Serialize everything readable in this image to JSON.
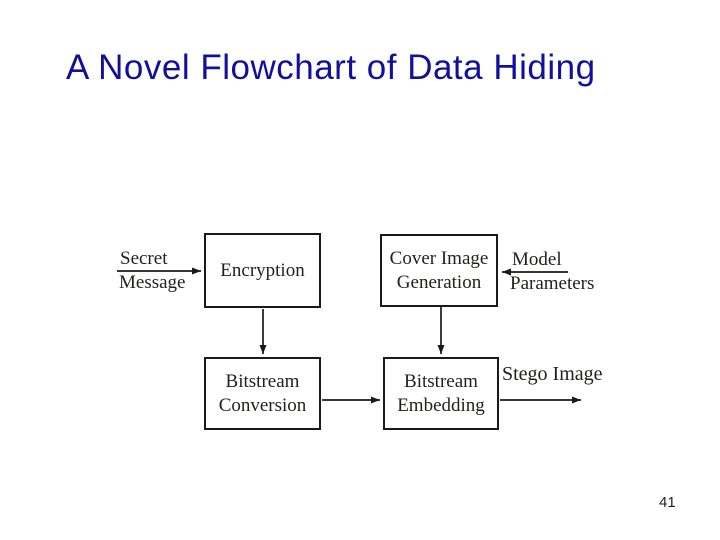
{
  "slide": {
    "title": "A Novel Flowchart of Data Hiding",
    "page_number": "41",
    "colors": {
      "title_text": "#10109c",
      "diagram_line": "#1a1a1a",
      "box_fill": "#ffffff",
      "background": "#ffffff"
    }
  },
  "flowchart": {
    "nodes": {
      "encryption": {
        "label": "Encryption"
      },
      "cover_image_generation": {
        "label": "Cover Image\nGeneration"
      },
      "bitstream_conversion": {
        "label": "Bitstream\nConversion"
      },
      "bitstream_embedding": {
        "label": "Bitstream\nEmbedding"
      }
    },
    "edges": {
      "secret_message_input": {
        "label_line1": "Secret",
        "label_line2": "Message",
        "from": "external",
        "to": "encryption"
      },
      "model_parameters_input": {
        "label_line1": "Model",
        "label_line2": "Parameters",
        "from": "external",
        "to": "cover_image_generation"
      },
      "encryption_to_conversion": {
        "from": "encryption",
        "to": "bitstream_conversion"
      },
      "cover_to_embedding": {
        "from": "cover_image_generation",
        "to": "bitstream_embedding"
      },
      "conversion_to_embedding": {
        "from": "bitstream_conversion",
        "to": "bitstream_embedding"
      },
      "stego_image_output": {
        "label": "Stego Image",
        "from": "bitstream_embedding",
        "to": "external"
      }
    }
  }
}
